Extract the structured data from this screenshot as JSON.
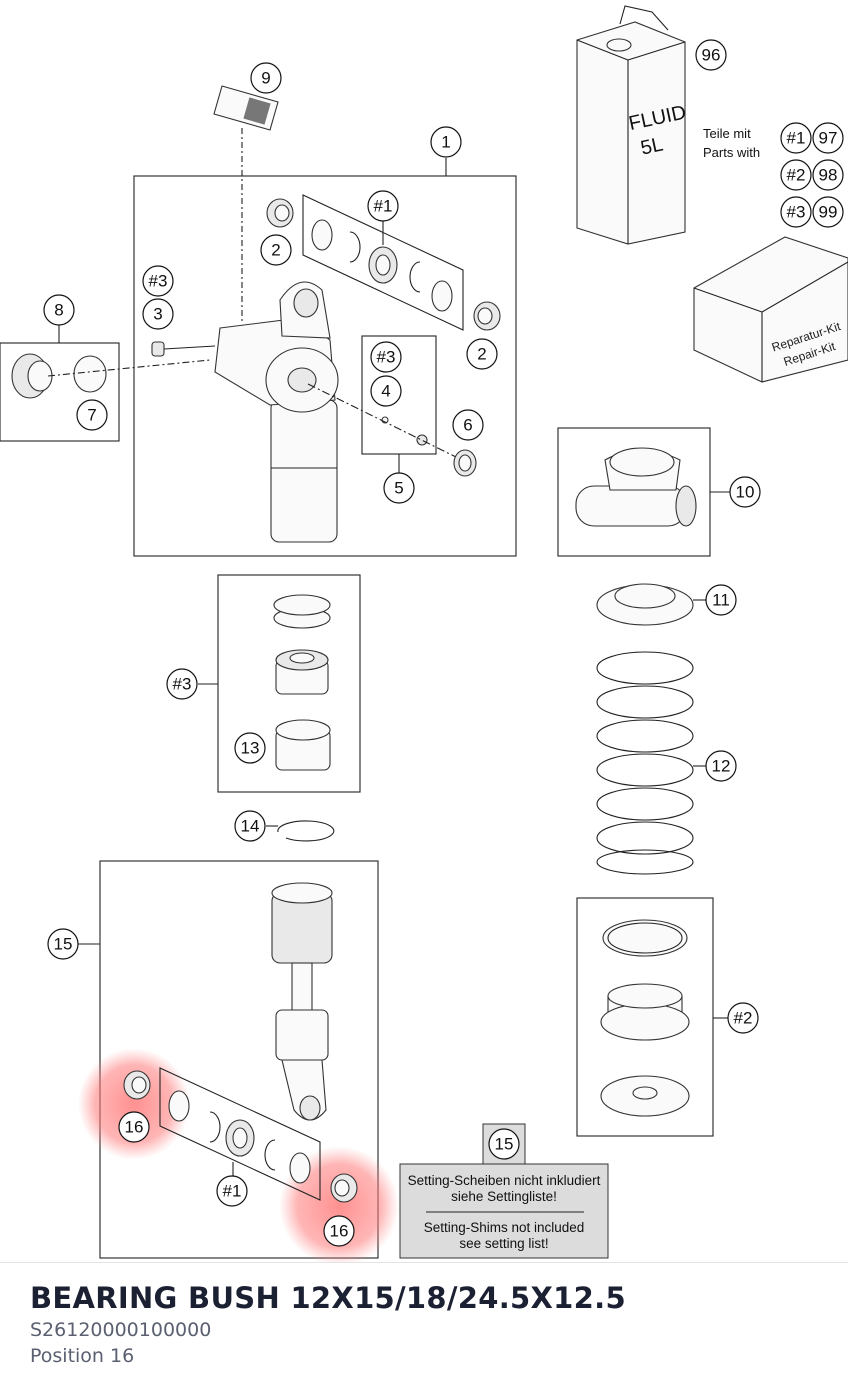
{
  "diagram": {
    "labels": {
      "l1": "1",
      "l2a": "2",
      "l2b": "2",
      "l3": "3",
      "l3h": "#3",
      "l4": "4",
      "l4h": "#3",
      "l5": "5",
      "l6": "6",
      "l7": "7",
      "l8": "8",
      "l9": "9",
      "l10": "10",
      "l11": "11",
      "l12": "12",
      "l13": "13",
      "l14": "14",
      "l15": "15",
      "l15b": "15",
      "l16a": "16",
      "l16b": "16",
      "l96": "96",
      "l97": "97",
      "l98": "98",
      "l99": "99",
      "h1a": "#1",
      "h1b": "#1",
      "h2": "#2",
      "h3": "#3",
      "kit1": "#1",
      "kit2": "#2",
      "kit3": "#3"
    },
    "fluid_label_1": "FLUID",
    "fluid_label_2": "5L",
    "parts_with_1": "Teile mit",
    "parts_with_2": "Parts with",
    "repair_kit_1": "Reparatur-Kit",
    "repair_kit_2": "Repair-Kit",
    "setting_note": {
      "de_1": "Setting-Scheiben nicht inkludiert",
      "de_2": "siehe Settingliste!",
      "en_1": "Setting-Shims not included",
      "en_2": "see setting list!"
    },
    "highlight_color": "#ff6b6b"
  },
  "part": {
    "name": "BEARING BUSH 12X15/18/24.5X12.5",
    "number": "S26120000100000",
    "position": "Position 16"
  }
}
